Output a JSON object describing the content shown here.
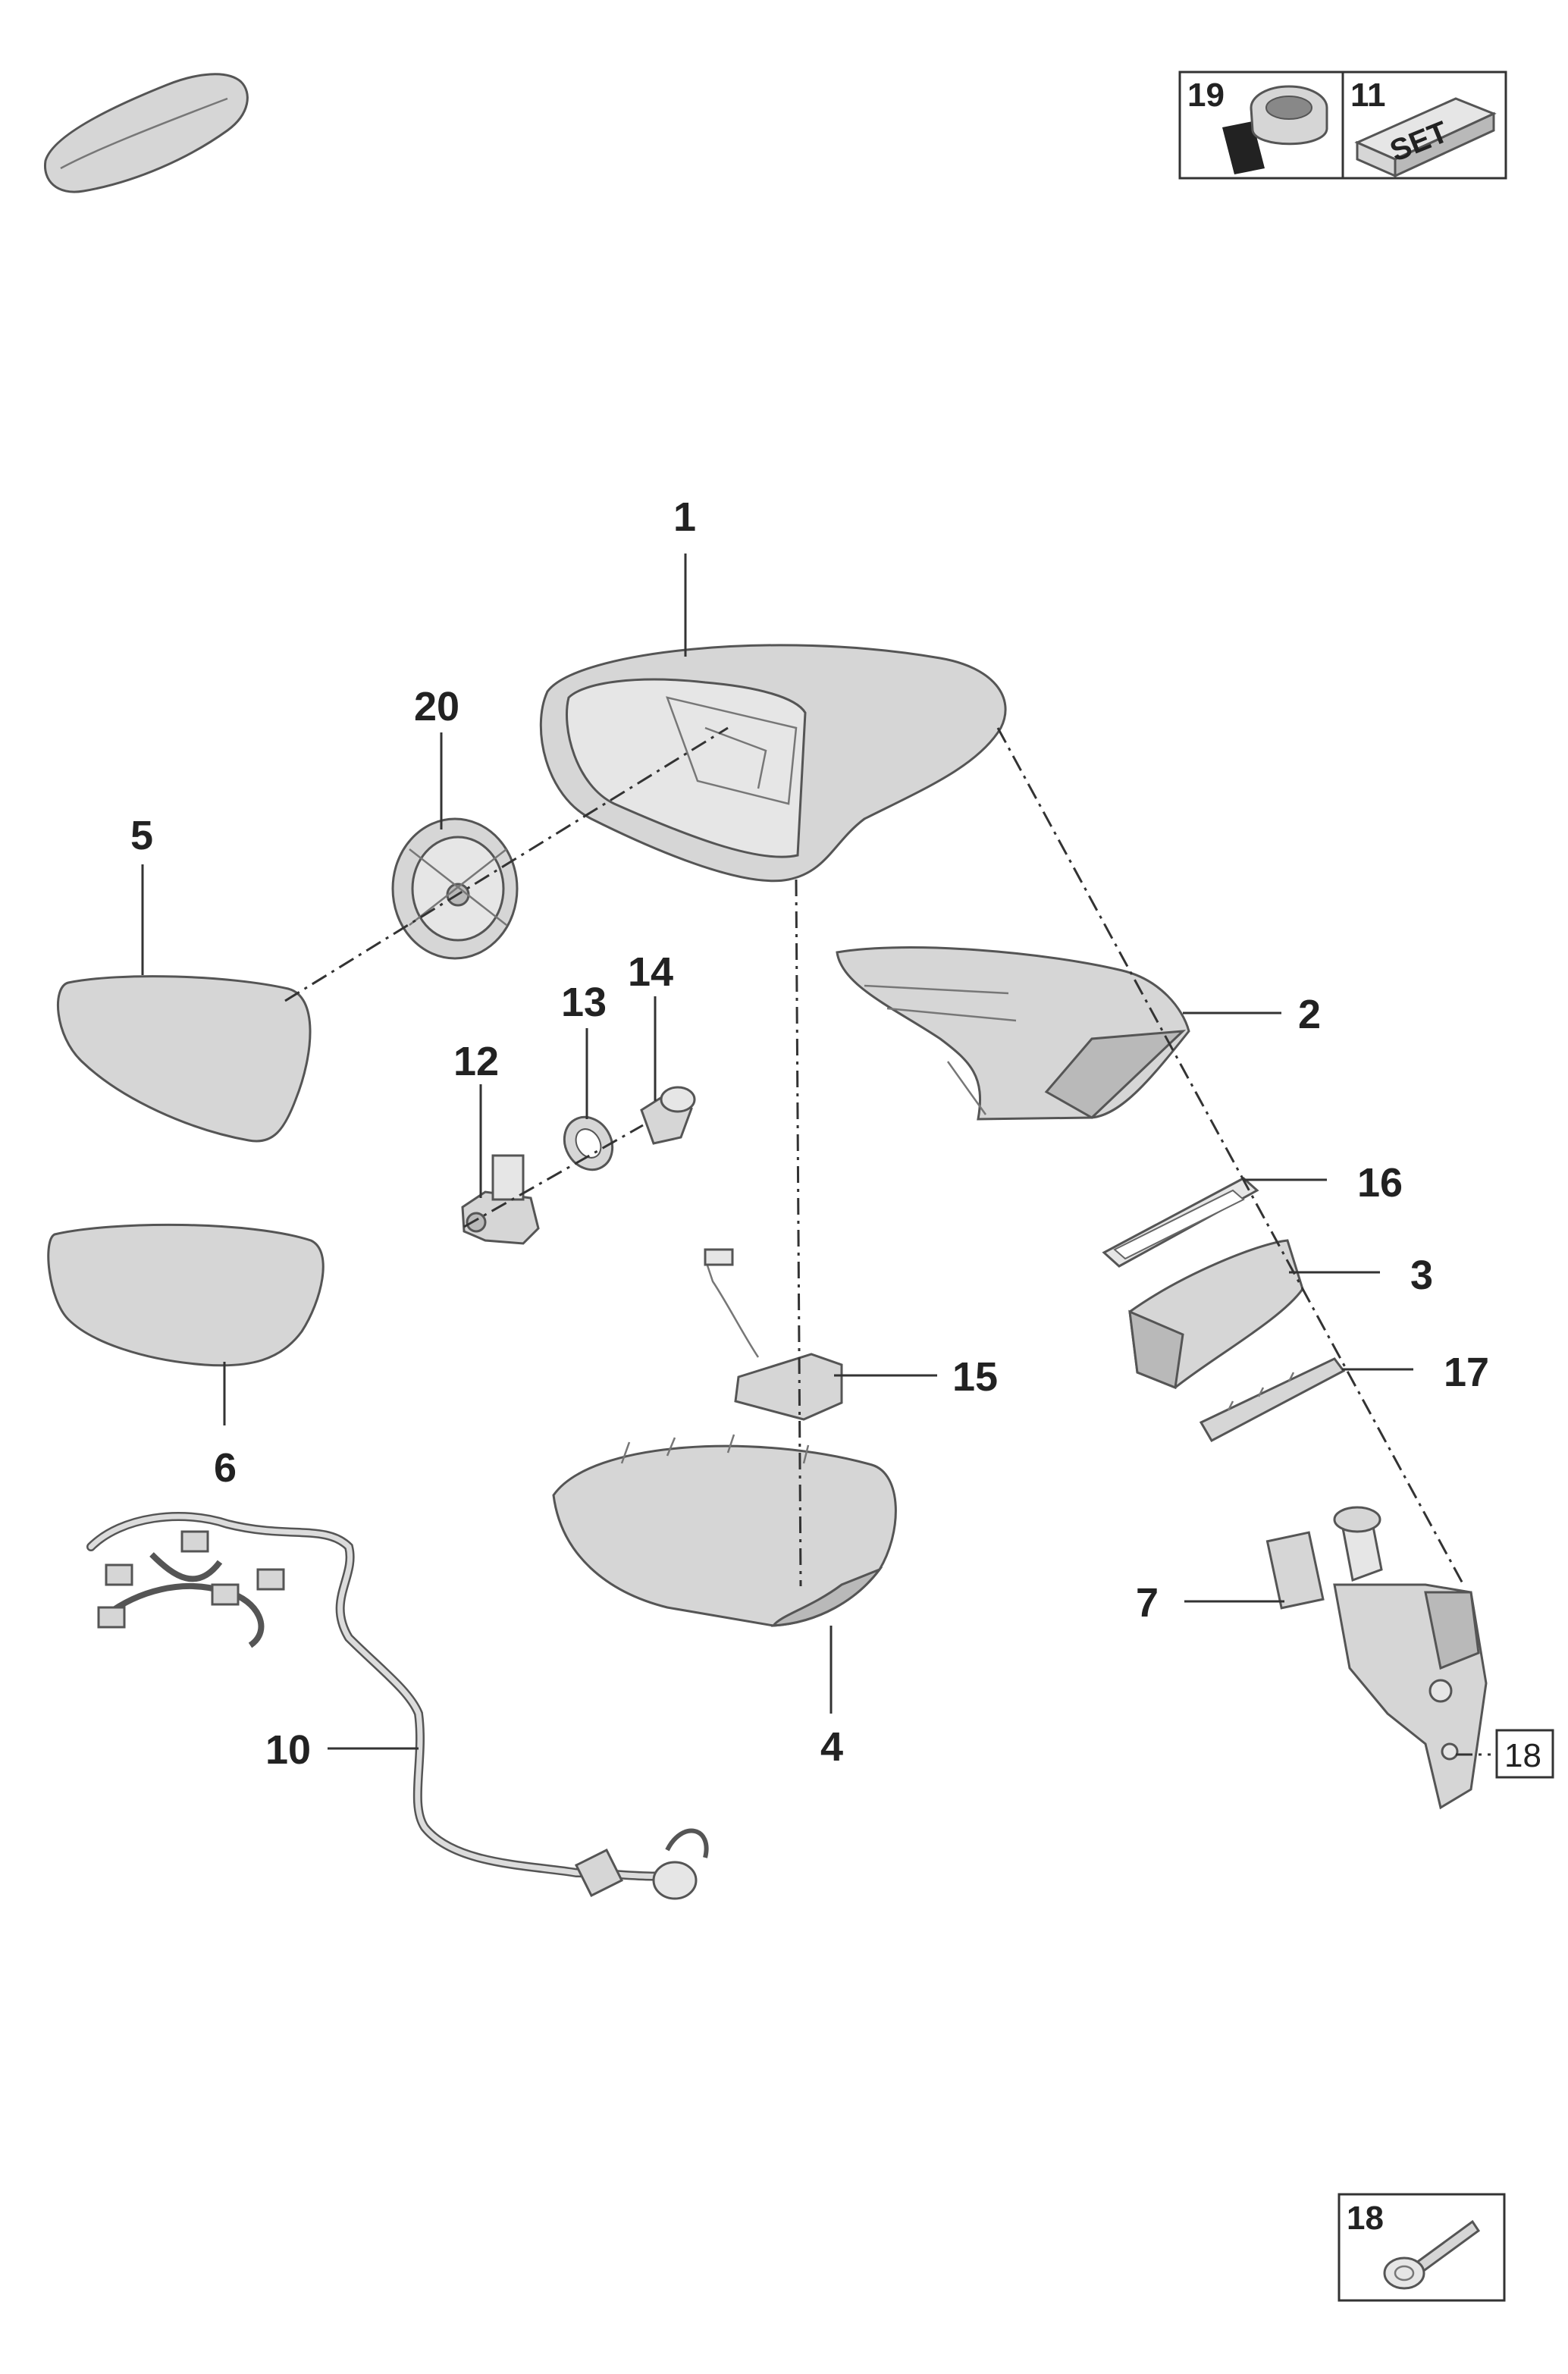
{
  "legend": {
    "items": [
      {
        "number": "19",
        "icon": "adhesive-tape-roll-icon"
      },
      {
        "number": "11",
        "icon": "set-box-icon",
        "text": "SET"
      }
    ]
  },
  "fastener_box": {
    "number": "18",
    "icon": "bolt-icon"
  },
  "reference_18": "18",
  "part_labels": {
    "p1": "1",
    "p2": "2",
    "p3": "3",
    "p4": "4",
    "p5": "5",
    "p6": "6",
    "p7": "7",
    "p10": "10",
    "p12": "12",
    "p13": "13",
    "p14": "14",
    "p15": "15",
    "p16": "16",
    "p17": "17",
    "p20": "20"
  }
}
